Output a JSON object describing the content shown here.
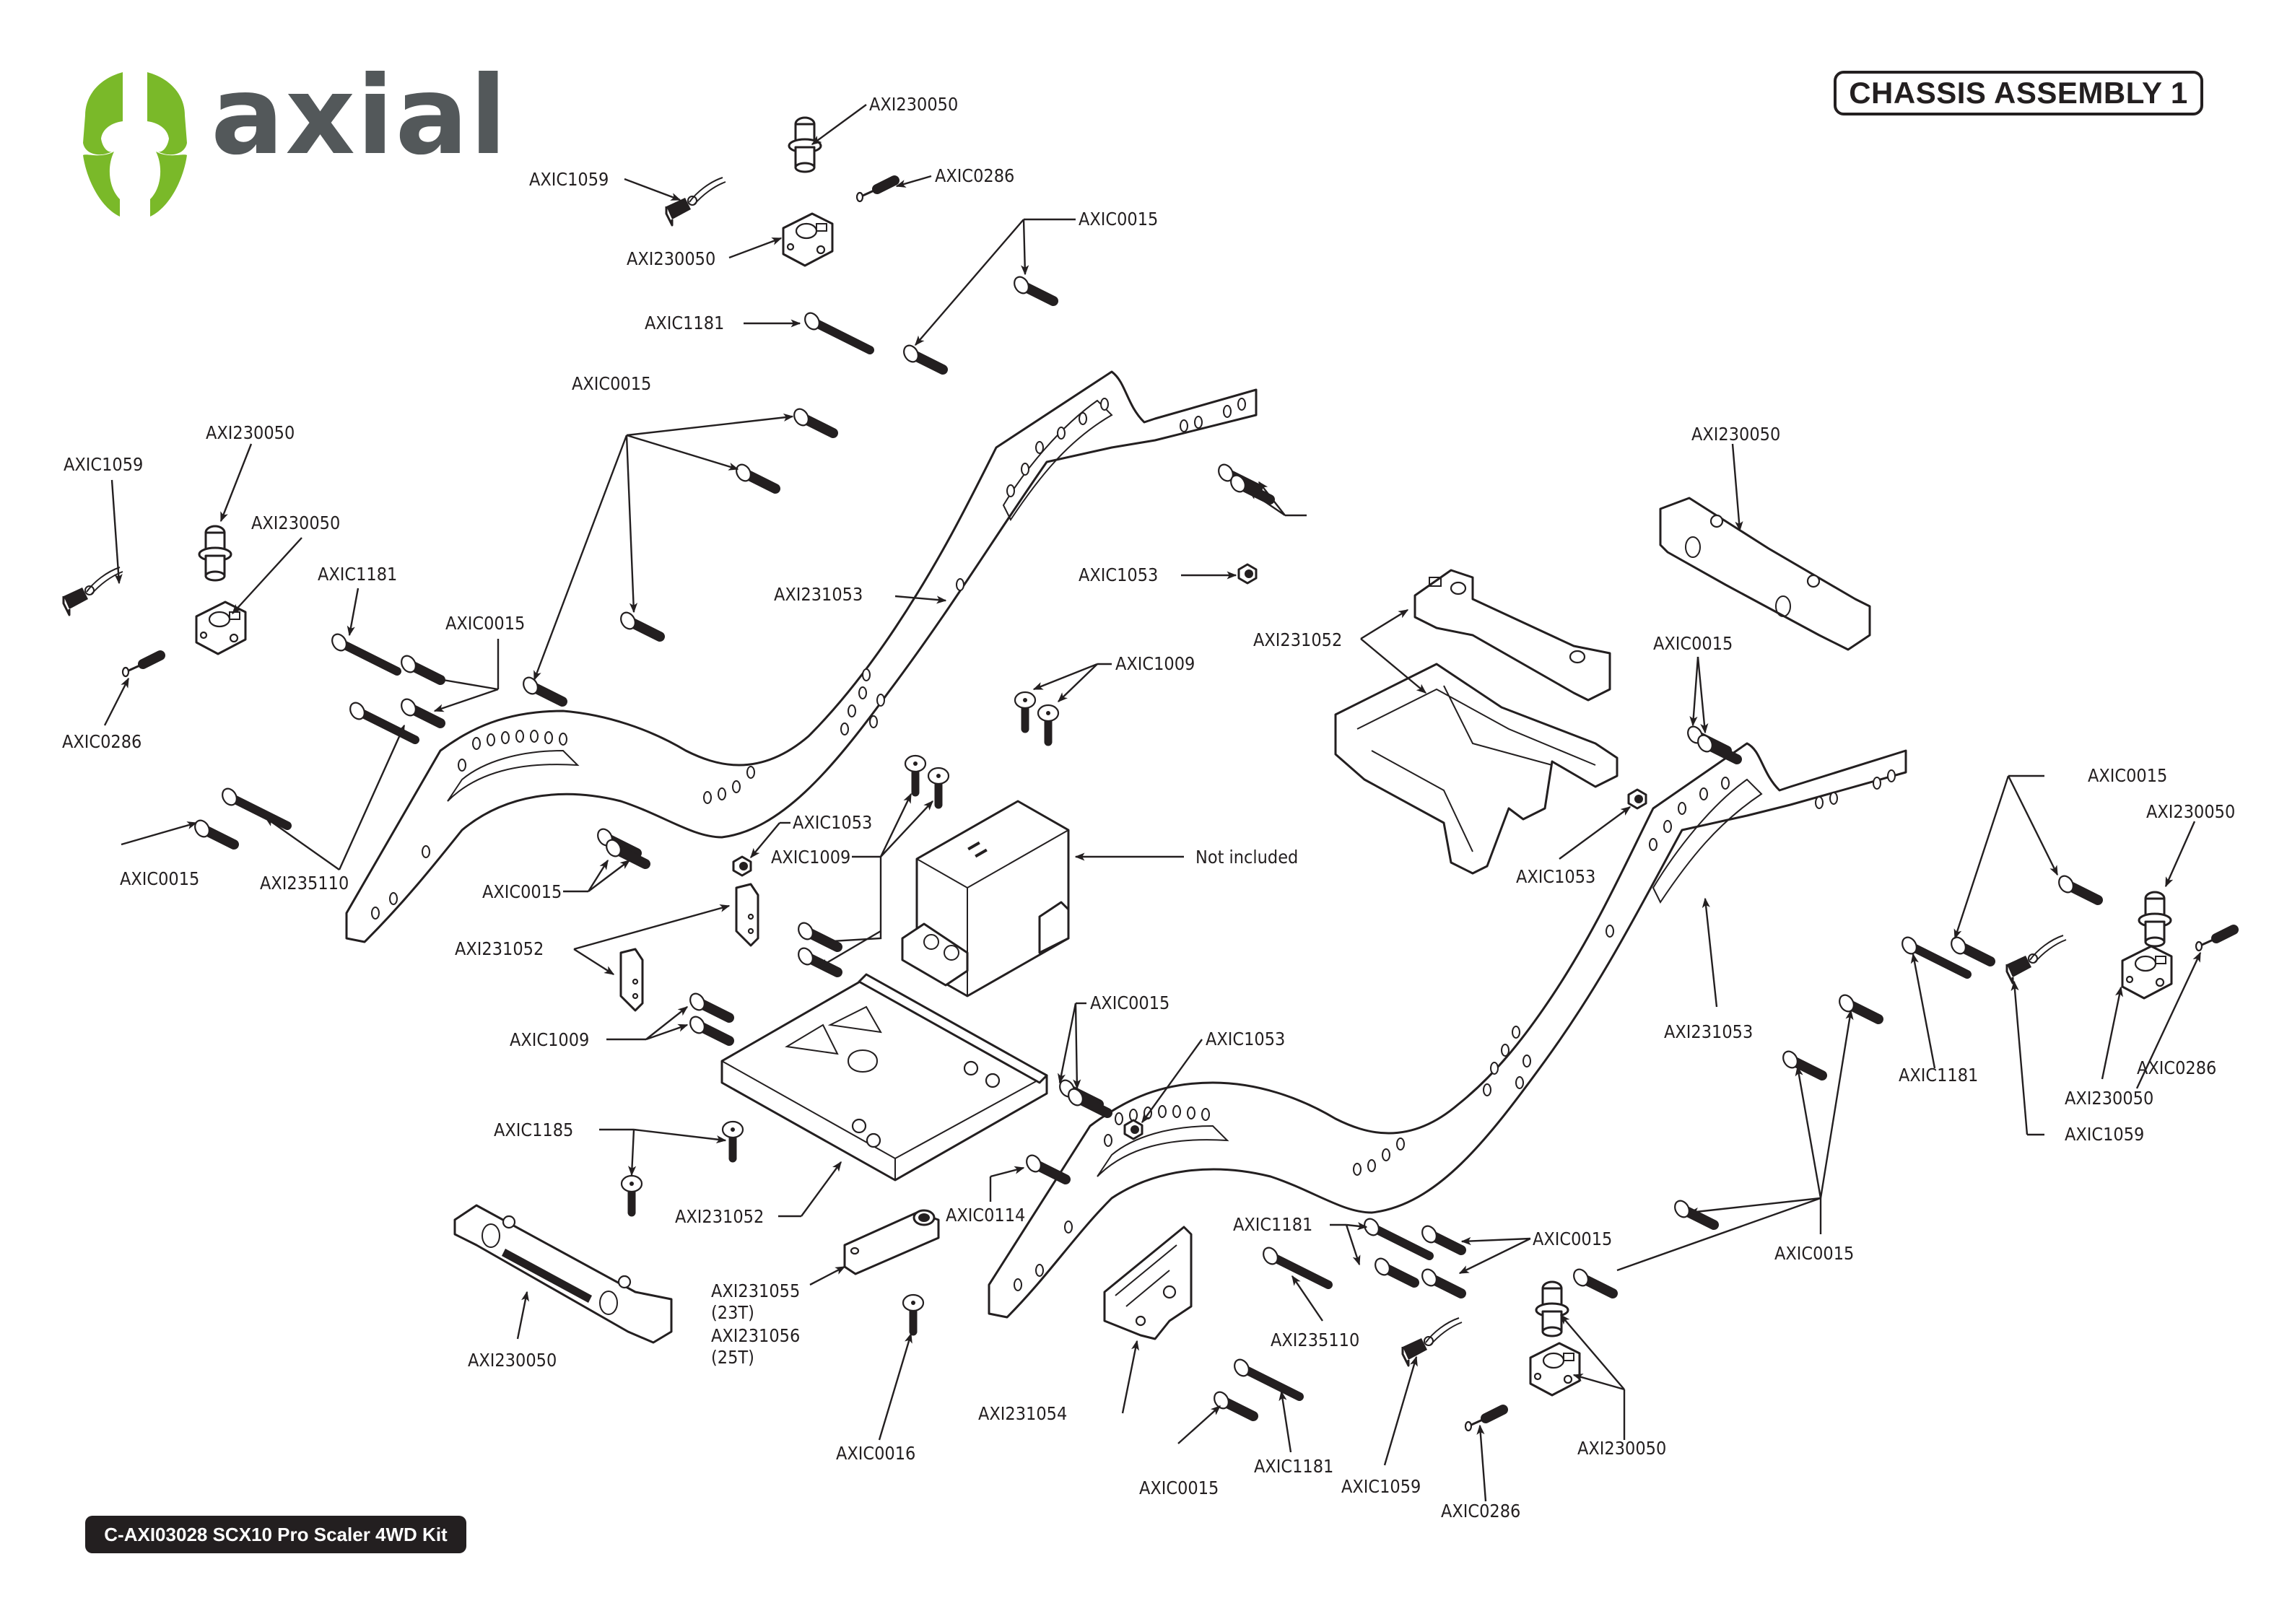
{
  "brand": {
    "name": "axial",
    "logo_colors": {
      "mark": "#7ab929",
      "wordmark": "#53585a"
    }
  },
  "header": {
    "title": "CHASSIS ASSEMBLY 1"
  },
  "footer": {
    "kit_label": "C-AXI03028 SCX10 Pro Scaler 4WD Kit"
  },
  "colors": {
    "ink": "#231f20",
    "background": "#ffffff",
    "accent_green": "#7ab929",
    "logo_gray": "#53585a"
  },
  "callouts": [
    {
      "id": "top-body-post",
      "part": "AXI230050"
    },
    {
      "id": "top-clip",
      "part": "AXIC1059"
    },
    {
      "id": "top-setscrew",
      "part": "AXIC0286"
    },
    {
      "id": "top-body-mount",
      "part": "AXI230050"
    },
    {
      "id": "top-screws",
      "part": "AXIC0015"
    },
    {
      "id": "top-long-screw",
      "part": "AXIC1181"
    },
    {
      "id": "left-frame-screws",
      "part": "AXIC0015"
    },
    {
      "id": "left-body-post",
      "part": "AXI230050"
    },
    {
      "id": "left-clip",
      "part": "AXIC1059"
    },
    {
      "id": "left-body-mount",
      "part": "AXI230050"
    },
    {
      "id": "left-long-screw",
      "part": "AXIC1181"
    },
    {
      "id": "left-pair-screws",
      "part": "AXIC0015"
    },
    {
      "id": "left-setscrew",
      "part": "AXIC0286"
    },
    {
      "id": "left-single-screw",
      "part": "AXIC0015"
    },
    {
      "id": "left-shoulder-screws",
      "part": "AXI235110"
    },
    {
      "id": "left-frame-rail",
      "part": "AXI231053"
    },
    {
      "id": "center-nut",
      "part": "AXIC1053"
    },
    {
      "id": "center-flat-screws",
      "part": "AXIC1009"
    },
    {
      "id": "servo-nut",
      "part": "AXIC1053"
    },
    {
      "id": "servo-screws",
      "part": "AXIC1009"
    },
    {
      "id": "servo",
      "part": "Not included"
    },
    {
      "id": "servo-mount-screws",
      "part": "AXIC0015"
    },
    {
      "id": "servo-mount-tabs",
      "part": "AXI231052"
    },
    {
      "id": "servo-tab-screws",
      "part": "AXIC1009"
    },
    {
      "id": "skid-screws",
      "part": "AXIC0015"
    },
    {
      "id": "skid-nut",
      "part": "AXIC1053"
    },
    {
      "id": "skid-cap-screws",
      "part": "AXIC1185"
    },
    {
      "id": "skid-plate",
      "part": "AXI231052"
    },
    {
      "id": "single-screw-0114",
      "part": "AXIC0114"
    },
    {
      "id": "servo-horn",
      "part": "AXI231055",
      "note": "(23T)"
    },
    {
      "id": "servo-horn-alt",
      "part": "AXI231056",
      "note": "(25T)"
    },
    {
      "id": "horn-screw",
      "part": "AXIC0016"
    },
    {
      "id": "front-bumper-mount",
      "part": "AXI230050"
    },
    {
      "id": "crossmember",
      "part": "AXI231052"
    },
    {
      "id": "rear-body-mount",
      "part": "AXI230050"
    },
    {
      "id": "right-rail-screws",
      "part": "AXIC0015"
    },
    {
      "id": "right-nut",
      "part": "AXIC1053"
    },
    {
      "id": "right-frame-rail",
      "part": "AXI231053"
    },
    {
      "id": "right-top-screws",
      "part": "AXIC0015"
    },
    {
      "id": "right-body-post",
      "part": "AXI230050"
    },
    {
      "id": "right-long-screw",
      "part": "AXIC1181"
    },
    {
      "id": "right-setscrew",
      "part": "AXIC0286"
    },
    {
      "id": "right-body-mount",
      "part": "AXI230050"
    },
    {
      "id": "right-clip",
      "part": "AXIC1059"
    },
    {
      "id": "right-rail-side-screws",
      "part": "AXIC0015"
    },
    {
      "id": "lower-long-screws",
      "part": "AXIC1181"
    },
    {
      "id": "lower-pair-screws",
      "part": "AXIC0015"
    },
    {
      "id": "lower-shoulder-screw",
      "part": "AXI235110"
    },
    {
      "id": "shock-hoop",
      "part": "AXI231054"
    },
    {
      "id": "lower-single-screw",
      "part": "AXIC0015"
    },
    {
      "id": "lower-long-screw-2",
      "part": "AXIC1181"
    },
    {
      "id": "lower-clip",
      "part": "AXIC1059"
    },
    {
      "id": "lower-setscrew",
      "part": "AXIC0286"
    },
    {
      "id": "lower-body-mount",
      "part": "AXI230050"
    }
  ]
}
